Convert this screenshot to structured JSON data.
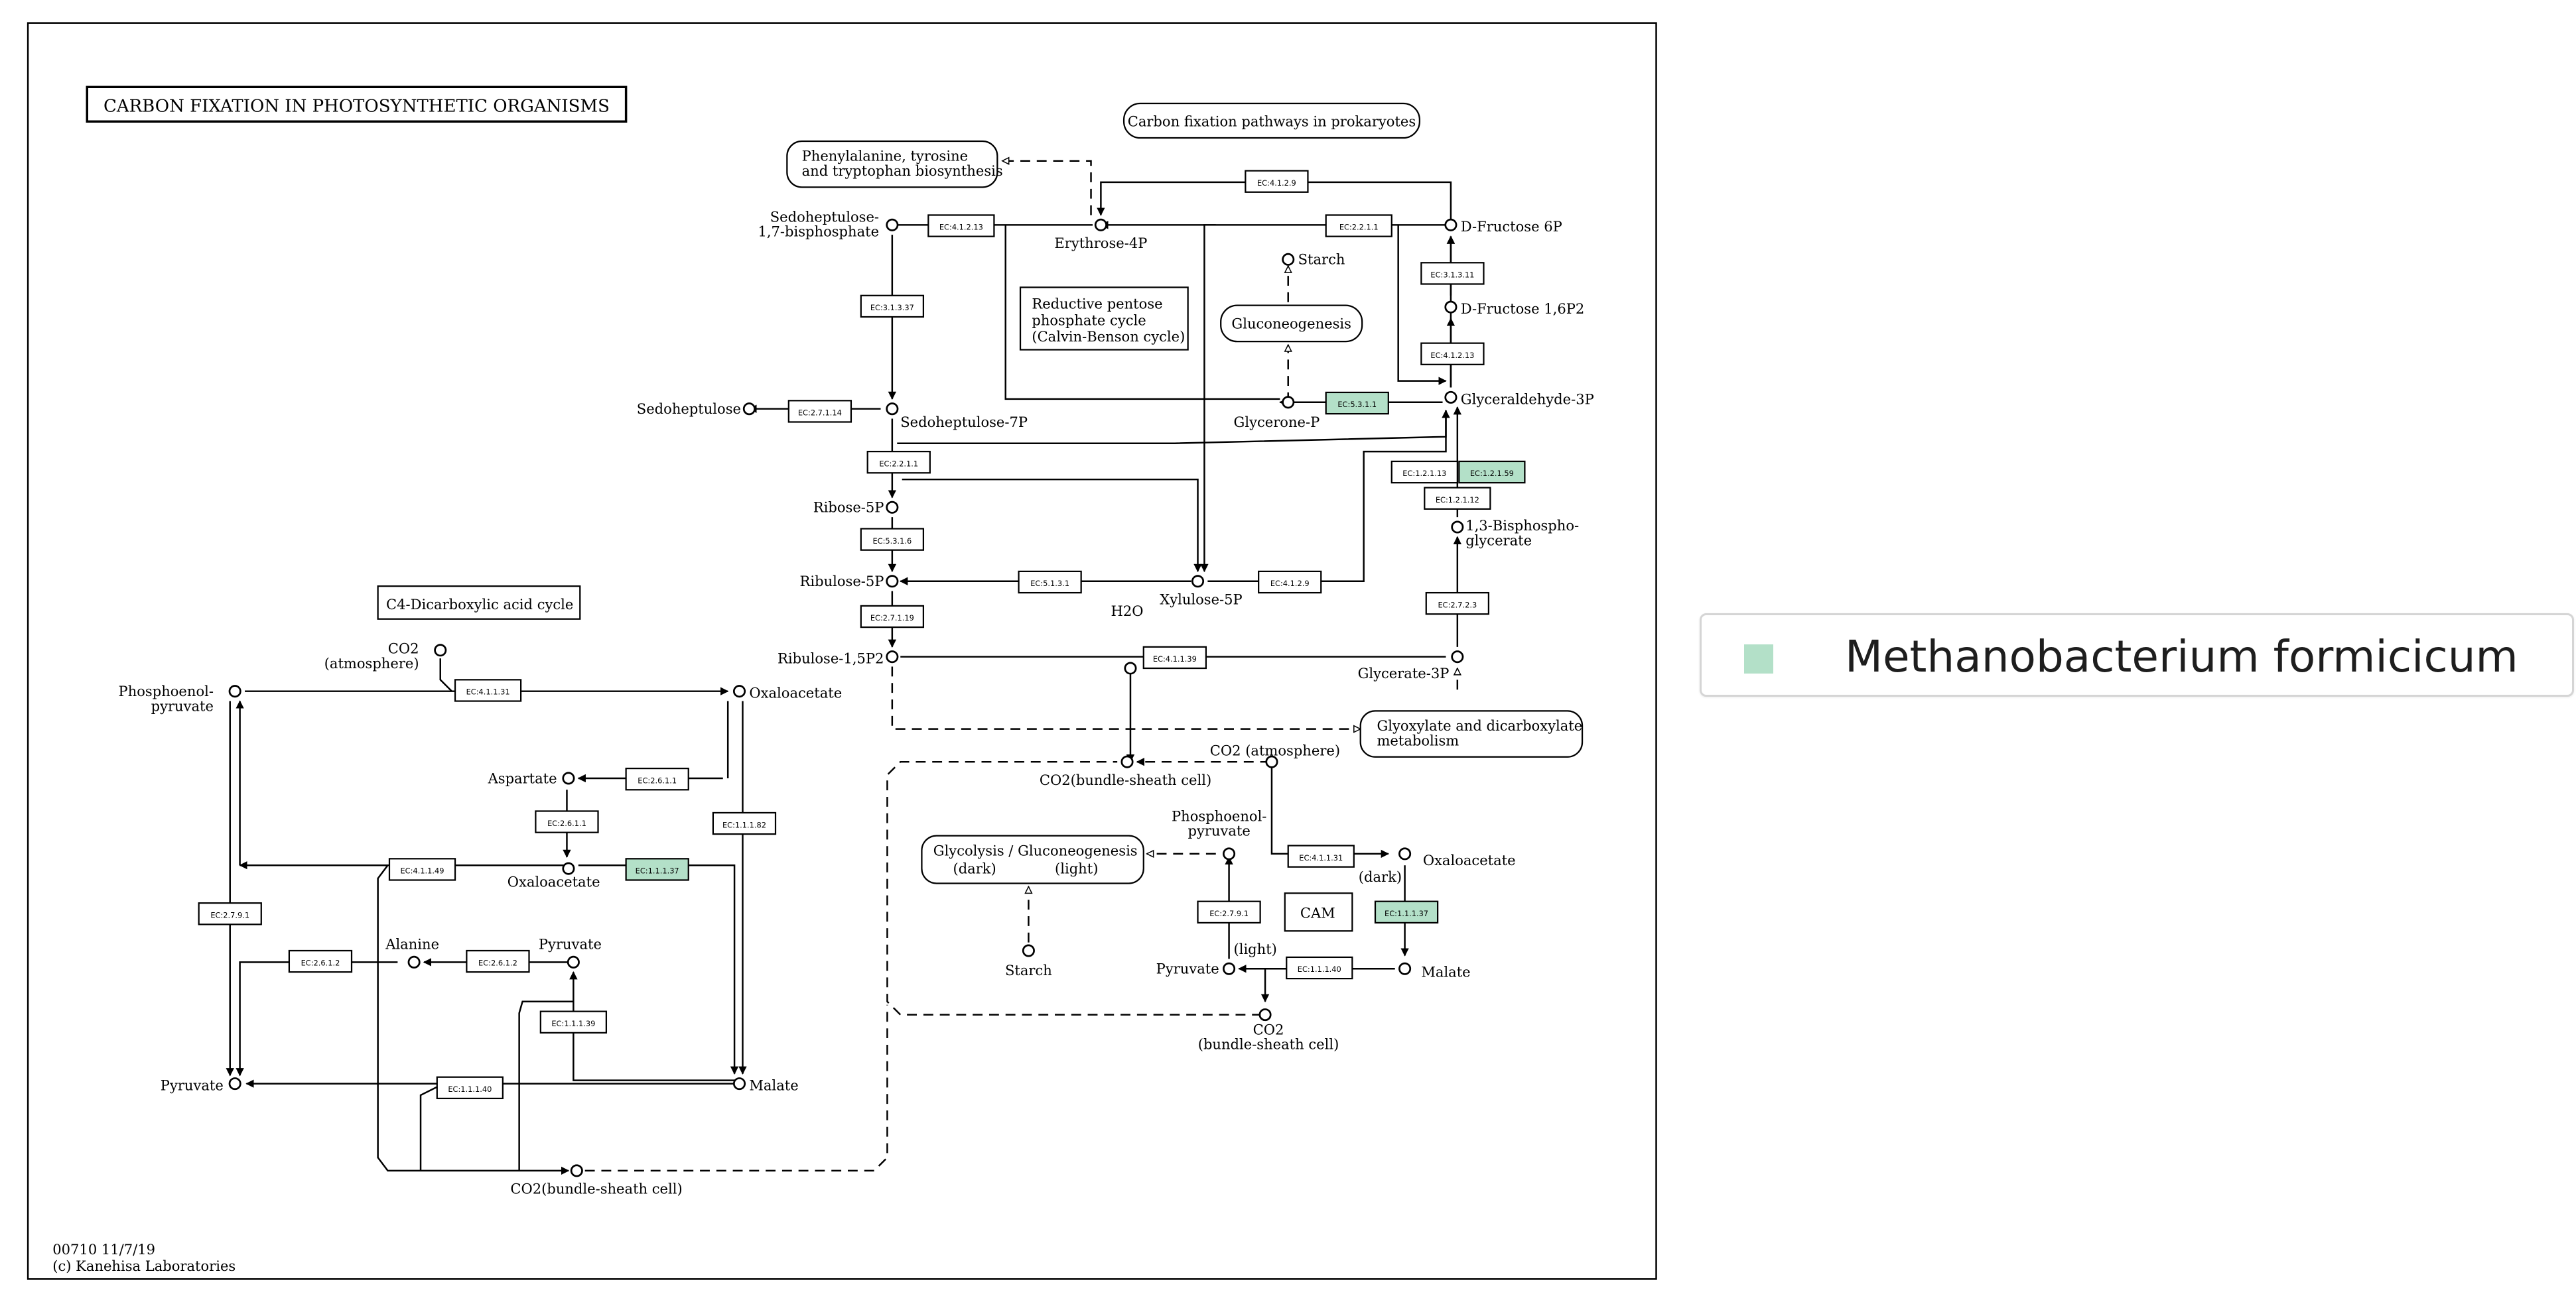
{
  "map": {
    "title": "CARBON FIXATION IN PHOTOSYNTHETIC ORGANISMS",
    "footer_id": "00710 11/7/19",
    "footer_copyright": "(c) Kanehisa Laboratories"
  },
  "pathways": [
    "Carbon fixation pathways in prokaryotes",
    "Phenylalanine, tyrosine|and tryptophan biosynthesis",
    "Gluconeogenesis",
    "Glyoxylate and dicarboxylate|metabolism",
    "Glycolysis / Gluconeogenesis",
    "(dark)",
    "(light)"
  ],
  "labels": [
    "Reductive pentose|phosphate cycle|(Calvin-Benson cycle)",
    "C4-Dicarboxylic acid cycle",
    "CAM"
  ],
  "compounds": [
    "D-Fructose 6P",
    "D-Fructose 1,6P2",
    "Glyceraldehyde-3P",
    "1,3-Bisphospho-|glycerate",
    "Glycerate-3P",
    "Erythrose-4P",
    "Sedoheptulose-|1,7-bisphosphate",
    "Sedoheptulose",
    "Sedoheptulose-7P",
    "Ribose-5P",
    "Ribulose-5P",
    "Ribulose-1,5P2",
    "Xylulose-5P",
    "Starch",
    "Glycerone-P",
    "H2O",
    "CO2(bundle-sheath cell)",
    "CO2 (atmosphere)",
    "Phosphoenol-|pyruvate",
    "Oxaloacetate",
    "(dark)",
    "Malate",
    "Pyruvate",
    "(light)",
    "CO2|(bundle-sheath cell)",
    "Starch",
    "CO2|(atmosphere)",
    "Phosphoenol-|pyruvate",
    "Oxaloacetate",
    "Aspartate",
    "Oxaloacetate",
    "Alanine",
    "Pyruvate",
    "Pyruvate",
    "Malate",
    "CO2(bundle-sheath cell)"
  ],
  "enzymes": [
    "EC:4.1.2.9",
    "EC:2.2.1.1",
    "EC:4.1.2.13",
    "EC:3.1.3.37",
    "EC:2.7.1.14",
    "EC:5.3.1.1",
    "EC:2.2.1.1",
    "EC:3.1.3.11",
    "EC:4.1.2.13",
    "EC:1.2.1.13",
    "EC:1.2.1.59",
    "EC:1.2.1.12",
    "EC:2.7.2.3",
    "EC:5.3.1.6",
    "EC:5.1.3.1",
    "EC:4.1.2.9",
    "EC:2.7.1.19",
    "EC:4.1.1.39",
    "EC:4.1.1.31",
    "EC:2.7.9.1",
    "EC:1.1.1.37",
    "EC:1.1.1.40",
    "EC:4.1.1.31",
    "EC:2.6.1.1",
    "EC:2.6.1.1",
    "EC:1.1.1.82",
    "EC:4.1.1.49",
    "EC:1.1.1.37",
    "EC:2.7.9.1",
    "EC:2.6.1.2",
    "EC:2.6.1.2",
    "EC:1.1.1.39",
    "EC:1.1.1.40"
  ],
  "legend": {
    "organism": "Methanobacterium formicicum",
    "highlight_color": "#b3e0c8"
  }
}
